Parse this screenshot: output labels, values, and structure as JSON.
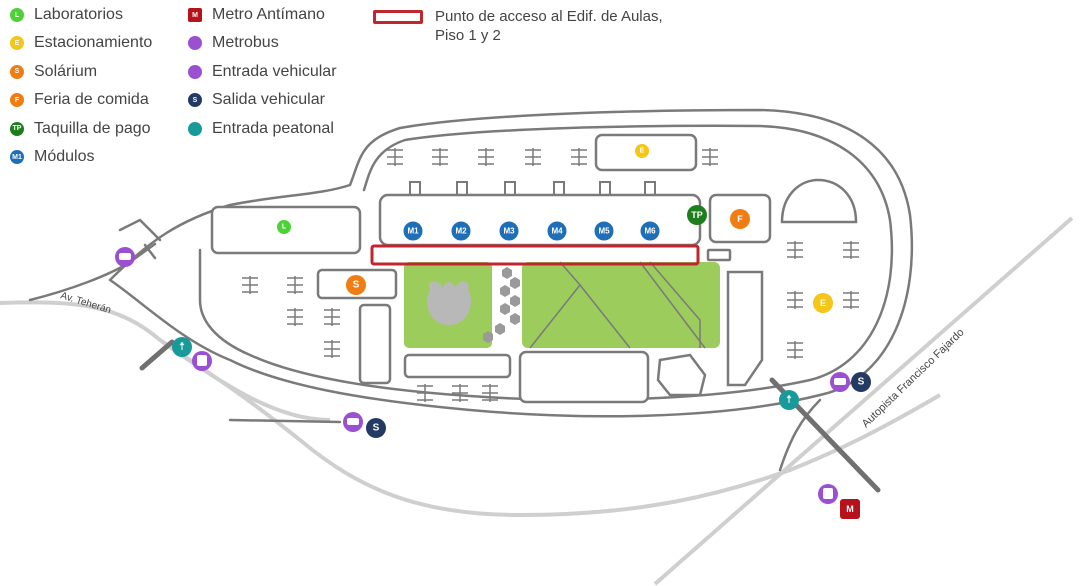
{
  "legend": {
    "col1": [
      {
        "icon": "laboratorios-icon",
        "code": "L",
        "label": "Laboratorios",
        "color": "#4cd137",
        "shape": "circle"
      },
      {
        "icon": "estacionamiento-icon",
        "code": "E",
        "label": "Estacionamiento",
        "color": "#f5c518",
        "shape": "circle"
      },
      {
        "icon": "solarium-icon",
        "code": "S",
        "label": "Solárium",
        "color": "#f07d14",
        "shape": "circle"
      },
      {
        "icon": "feria-de-comida-icon",
        "code": "F",
        "label": "Feria de comida",
        "color": "#f07d14",
        "shape": "circle"
      },
      {
        "icon": "taquilla-de-pago-icon",
        "code": "TP",
        "label": "Taquilla de pago",
        "color": "#1e7e1e",
        "shape": "circle"
      },
      {
        "icon": "modulos-icon",
        "code": "M1",
        "label": "Módulos",
        "color": "#1f6fb8",
        "shape": "circle"
      }
    ],
    "col2": [
      {
        "icon": "metro-icon",
        "code": "M",
        "label": "Metro Antímano",
        "color": "#b5121b",
        "shape": "square"
      },
      {
        "icon": "metrobus-icon",
        "code": "",
        "label": "Metrobus",
        "color": "#9b4fd1",
        "shape": "circle"
      },
      {
        "icon": "entrada-vehicular-icon",
        "code": "",
        "label": "Entrada vehicular",
        "color": "#9b4fd1",
        "shape": "circle"
      },
      {
        "icon": "salida-vehicular-icon",
        "code": "S",
        "label": "Salida vehicular",
        "color": "#233a63",
        "shape": "circle"
      },
      {
        "icon": "entrada-peatonal-icon",
        "code": "",
        "label": "Entrada peatonal",
        "color": "#189a9a",
        "shape": "circle"
      }
    ],
    "access_point": {
      "label": "Punto de acceso al Edif. de Aulas, Piso 1 y 2",
      "color": "#c0262d"
    }
  },
  "map": {
    "road_labels": {
      "teheran": "Av. Teherán",
      "fajardo": "Autopista Francisco Fajardo"
    },
    "modules": [
      "M1",
      "M2",
      "M3",
      "M4",
      "M5",
      "M6"
    ],
    "markers": {
      "lab": "L",
      "parking_top": "E",
      "parking_right": "E",
      "solarium": "S",
      "food": "F",
      "ticket": "TP",
      "exit": "S",
      "metro": "M"
    },
    "colors": {
      "road": "#7a7a7a",
      "highway": "#cfcfcf",
      "grass": "#9ccc5c",
      "access": "#c0262d",
      "module": "#1f6fb8"
    }
  }
}
